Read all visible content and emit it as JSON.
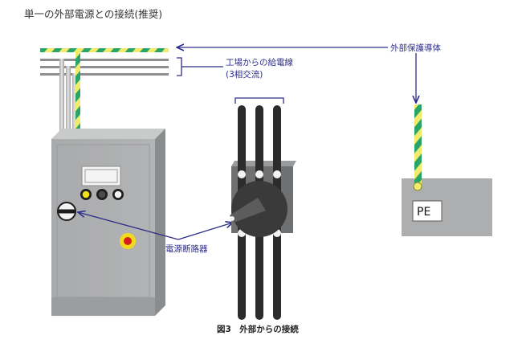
{
  "title": "単一の外部電源との接続(推奨)",
  "labels": {
    "external_protective_conductor": "外部保護導体",
    "supply_line_1": "工場からの給電線",
    "supply_line_2": "(3相交流)",
    "disconnect_switch": "電源断路器",
    "pe": "PE"
  },
  "caption": "図3　外部からの接続",
  "colors": {
    "annotation_blue": "#2d2d8a",
    "cabinet_gray": "#adaeaf",
    "ground_green": "#2aa56a",
    "ground_yellow": "#f2ea6a",
    "knob": "#3a3a3a",
    "emergency_red": "#d81d1d"
  }
}
